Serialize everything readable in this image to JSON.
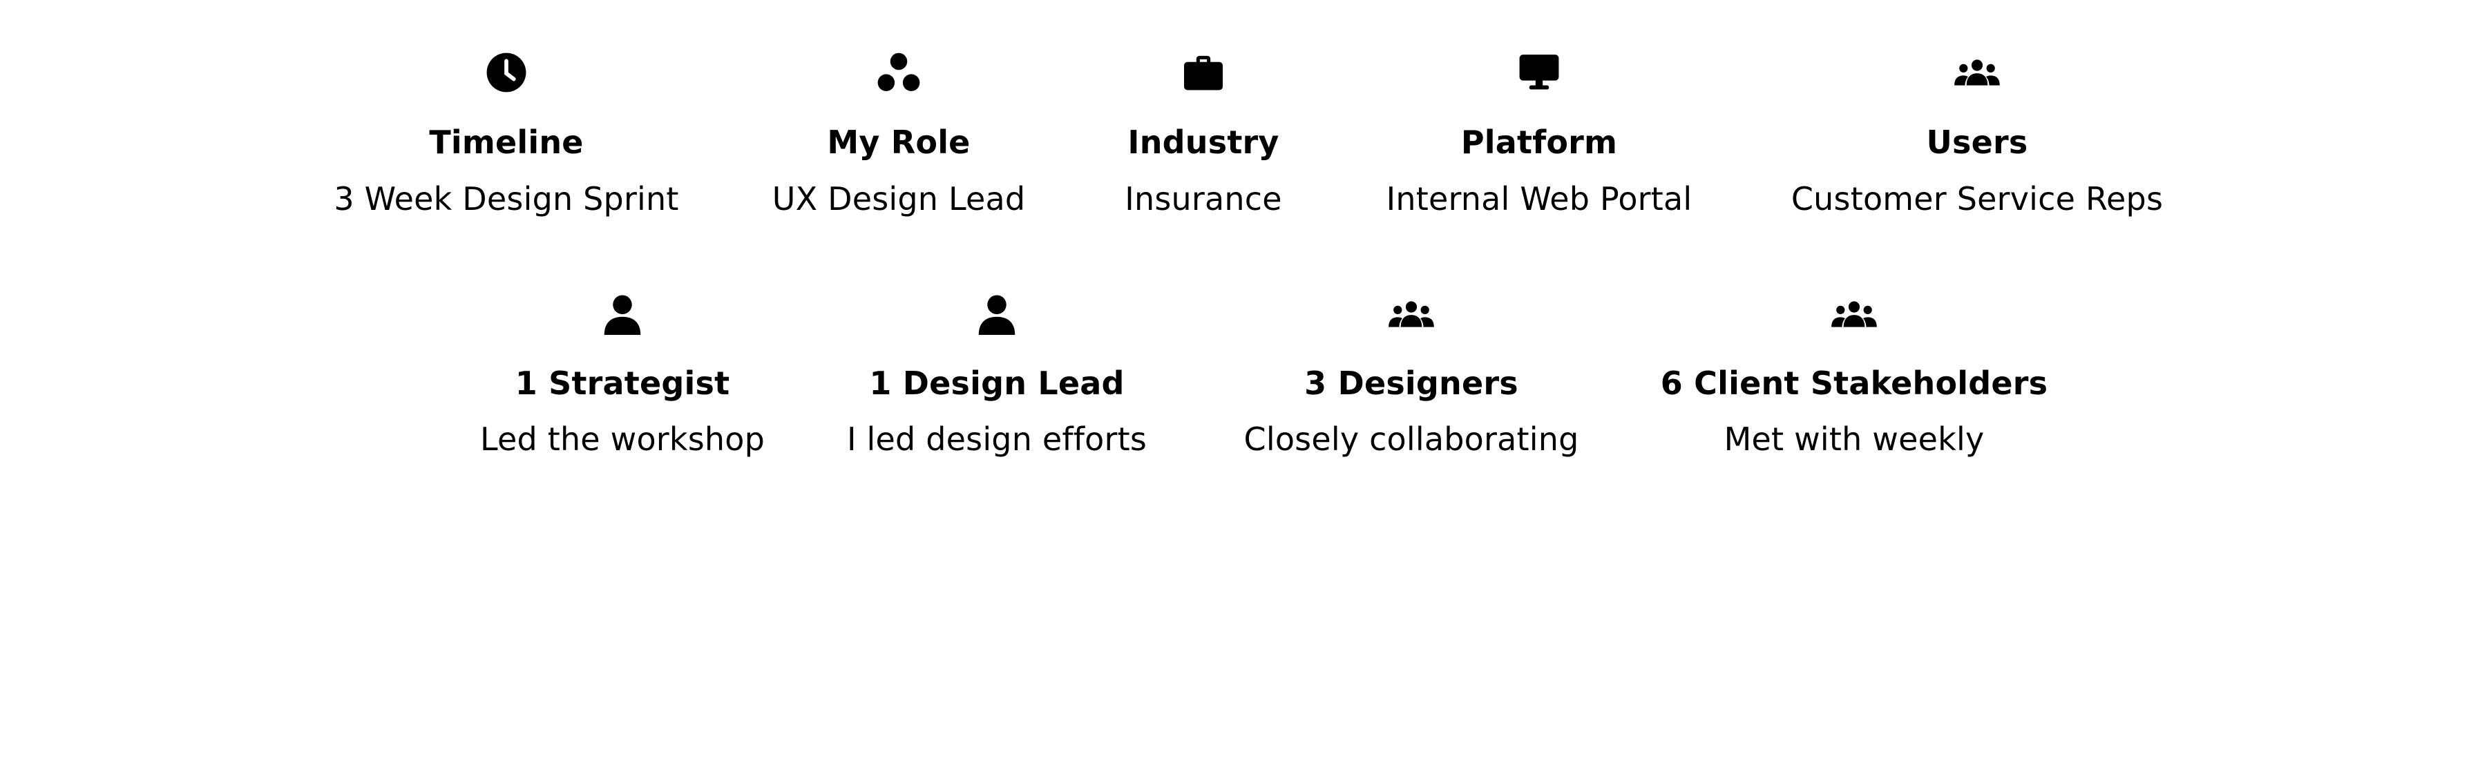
{
  "overview": {
    "row1": [
      {
        "icon": "clock-icon",
        "title": "Timeline",
        "desc": "3 Week Design Sprint"
      },
      {
        "icon": "three-circles-icon",
        "title": "My Role",
        "desc": "UX Design Lead"
      },
      {
        "icon": "briefcase-icon",
        "title": "Industry",
        "desc": "Insurance"
      },
      {
        "icon": "monitor-icon",
        "title": "Platform",
        "desc": "Internal Web Portal"
      },
      {
        "icon": "users-group-icon",
        "title": "Users",
        "desc": "Customer Service Reps"
      }
    ],
    "row2": [
      {
        "icon": "person-icon",
        "title": "1 Strategist",
        "desc": "Led the workshop"
      },
      {
        "icon": "person-icon",
        "title": "1 Design Lead",
        "desc": "I led design efforts"
      },
      {
        "icon": "users-group-icon",
        "title": "3 Designers",
        "desc": "Closely collaborating"
      },
      {
        "icon": "users-group-icon",
        "title": "6 Client Stakeholders",
        "desc": "Met with weekly"
      }
    ]
  }
}
